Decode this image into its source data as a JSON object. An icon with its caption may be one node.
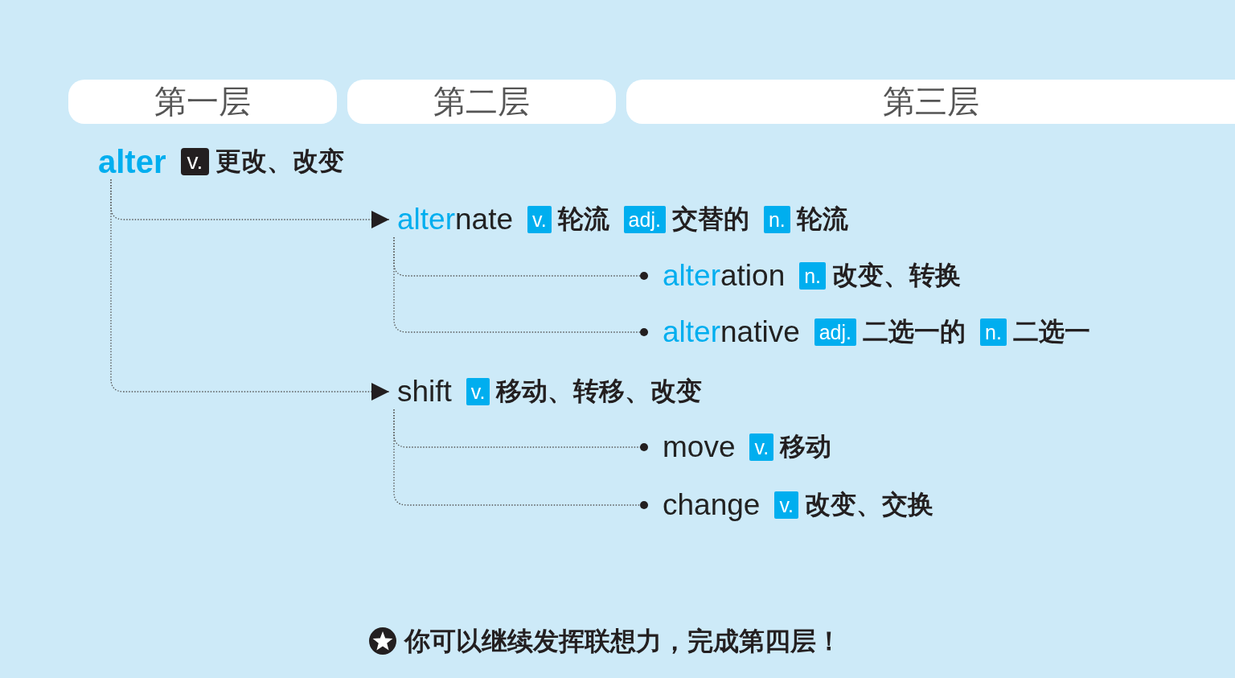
{
  "diagram": {
    "nodes": [
      {
        "text": [
          "第一层"
        ]
      },
      {
        "text": [
          "第二层"
        ]
      },
      {
        "text": [
          "第三层"
        ]
      },
      {
        "text": [
          "alter",
          "v.",
          "更改、改变"
        ]
      },
      {
        "text": [
          "alternate",
          "v.",
          "轮流",
          "adj.",
          "交替的",
          "n.",
          "轮流"
        ]
      },
      {
        "text": [
          "alteration",
          "n.",
          "改变、转换"
        ]
      },
      {
        "text": [
          "alternative",
          "adj.",
          "二选一的",
          "n.",
          "二选一"
        ]
      },
      {
        "text": [
          "shift",
          "v.",
          "移动、转移、改变"
        ]
      },
      {
        "text": [
          "move",
          "v.",
          "移动"
        ]
      },
      {
        "text": [
          "change",
          "v.",
          "改变、交换"
        ]
      }
    ],
    "edges": [
      {
        "from": 3,
        "to": 4,
        "arrow": "to"
      },
      {
        "from": 3,
        "to": 7,
        "arrow": "to"
      },
      {
        "from": 4,
        "to": 5,
        "arrow": "other"
      },
      {
        "from": 4,
        "to": 6,
        "arrow": "other"
      },
      {
        "from": 7,
        "to": 8,
        "arrow": "other"
      },
      {
        "from": 7,
        "to": 9,
        "arrow": "other"
      }
    ],
    "labels": [
      "你可以继续发挥联想力，完成第四层！"
    ]
  }
}
